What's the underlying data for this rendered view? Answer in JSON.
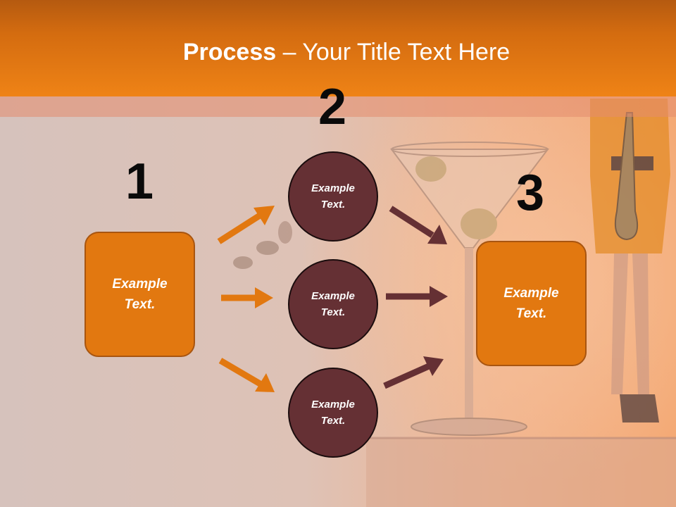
{
  "slide": {
    "title_bold": "Process",
    "title_rest": " – Your Title Text Here",
    "steps": [
      "1",
      "2",
      "3"
    ],
    "left_box": "Example\nText.",
    "right_box": "Example\nText.",
    "circles": [
      "Example\nText.",
      "Example\nText.",
      "Example\nText."
    ]
  },
  "colors": {
    "header": "#e27810",
    "box_fill": "#e27810",
    "circle_fill": "#653034",
    "orange_arrow": "#e27810",
    "dark_arrow": "#653034"
  }
}
